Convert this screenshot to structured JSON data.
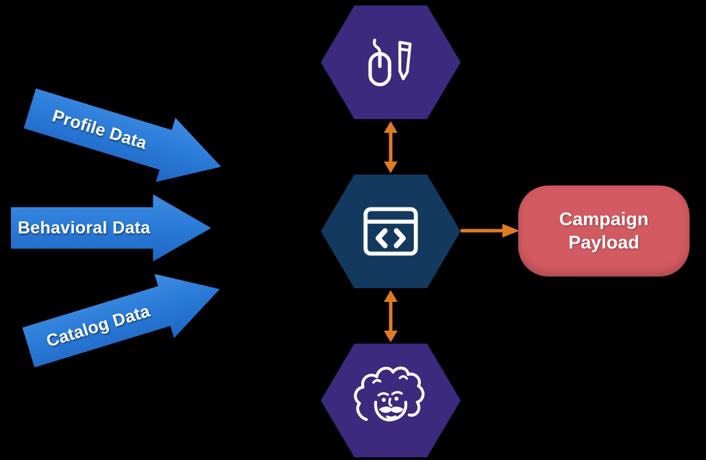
{
  "diagram": {
    "background": "#000000",
    "inputs": [
      {
        "label": "Profile Data"
      },
      {
        "label": "Behavioral Data"
      },
      {
        "label": "Catalog Data"
      }
    ],
    "hexagons": [
      {
        "id": "top",
        "icon": "mouse-pencil-icon",
        "color": "#3b2a7d"
      },
      {
        "id": "center",
        "icon": "code-window-icon",
        "color": "#14395f"
      },
      {
        "id": "bottom",
        "icon": "einstein-icon",
        "color": "#3b2a7d"
      }
    ],
    "output": {
      "label": "Campaign Payload",
      "color": "#d25a60"
    },
    "colors": {
      "input_arrow": "#2b7cd9",
      "connector": "#e07c1f",
      "icon": "#ffffff"
    }
  }
}
